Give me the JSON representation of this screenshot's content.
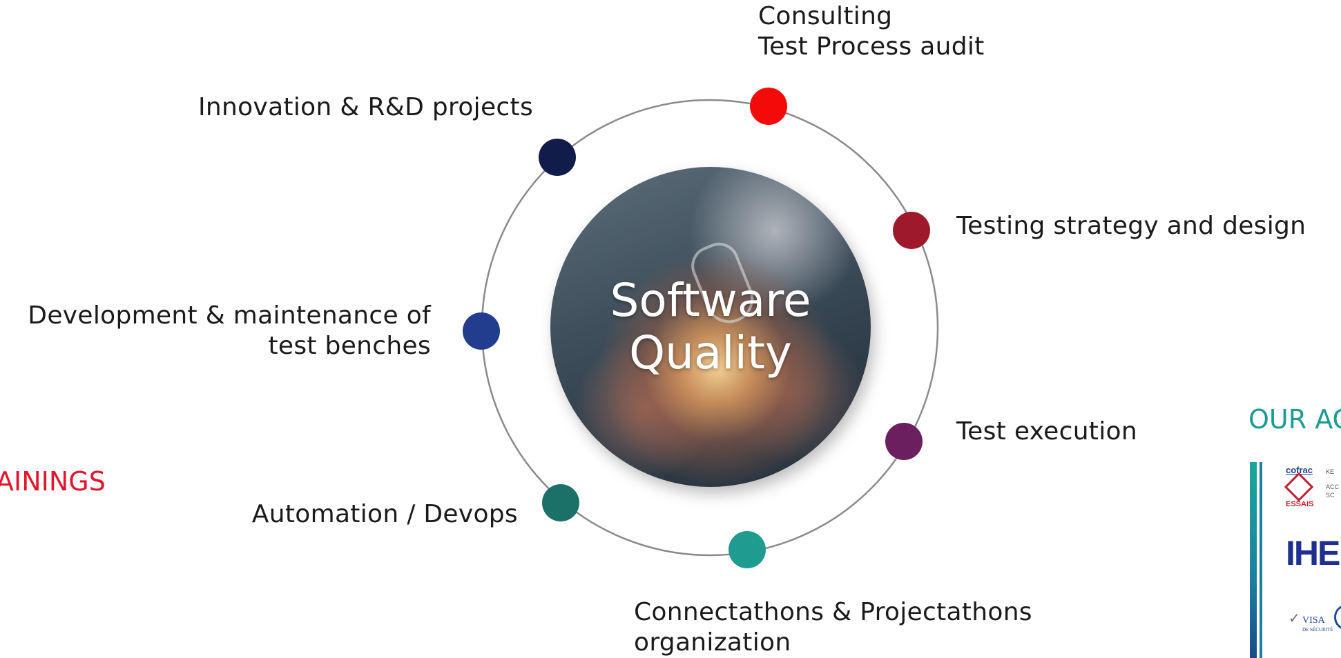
{
  "center": {
    "line1": "Software",
    "line2": "Quality"
  },
  "services": [
    {
      "id": "consulting",
      "lines": [
        "Consulting",
        "Test Process audit"
      ],
      "color": "#f50a0a"
    },
    {
      "id": "strategy",
      "lines": [
        "Testing strategy and design"
      ],
      "color": "#9e1a2a"
    },
    {
      "id": "execution",
      "lines": [
        "Test execution"
      ],
      "color": "#6b1f5e"
    },
    {
      "id": "connectathons",
      "lines": [
        "Connectathons & Projectathons",
        "organization"
      ],
      "color": "#1f9b90"
    },
    {
      "id": "automation",
      "lines": [
        "Automation / Devops"
      ],
      "color": "#1b7068"
    },
    {
      "id": "benches",
      "lines": [
        "Development & maintenance of",
        "test benches"
      ],
      "color": "#233d8e"
    },
    {
      "id": "innovation",
      "lines": [
        "Innovation & R&D projects"
      ],
      "color": "#121c4a"
    }
  ],
  "left_partial_heading": "AININGS",
  "accreditations": {
    "title": "OUR AC",
    "cofrac_top": "cofrac",
    "cofrac_bottom": "ESSAIS",
    "cofrac_side": [
      "KE",
      "ACC",
      "SC"
    ],
    "ihe": "IHE",
    "visa_text": "VISA",
    "visa_sub": "DE SÉCURITÉ"
  },
  "colors": {
    "ring": "#8a8a8a",
    "text": "#1a1a1a",
    "accent_red": "#e3152b",
    "accent_teal": "#1a9c94"
  }
}
